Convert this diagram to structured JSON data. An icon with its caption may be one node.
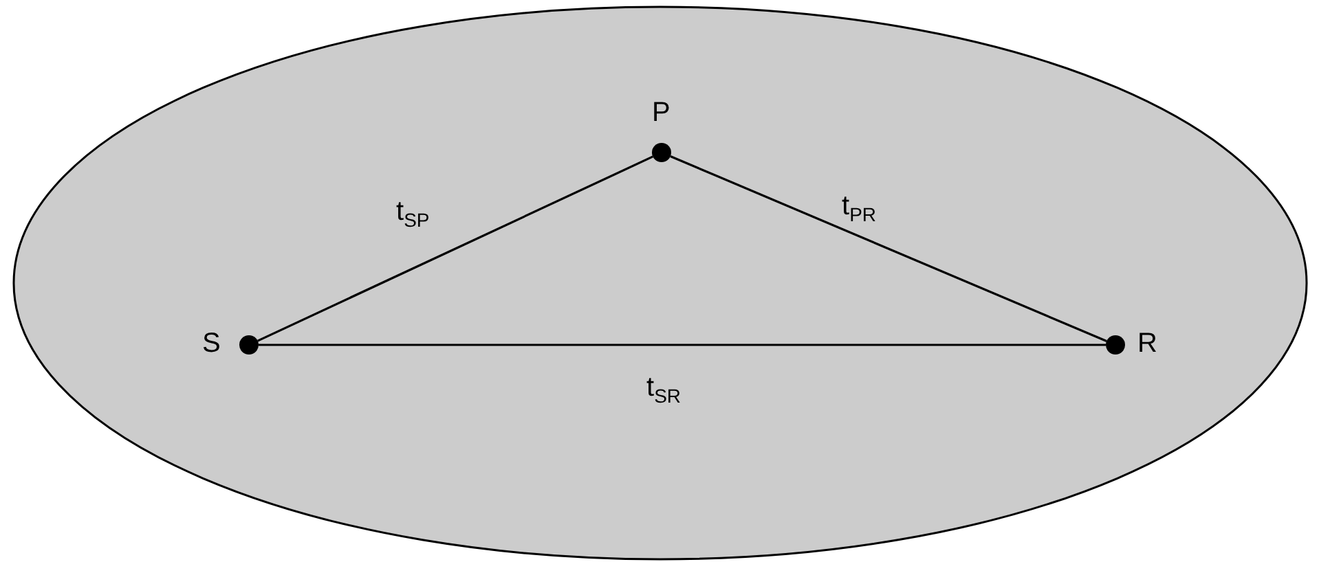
{
  "diagram": {
    "nodes": [
      {
        "text": [],
        "shape": "ellipse"
      },
      {
        "text": [
          "P"
        ],
        "in": 0
      },
      {
        "text": [
          "S"
        ],
        "in": 0
      },
      {
        "text": [
          "R"
        ],
        "in": 0
      }
    ],
    "edges": [
      {
        "from": 2,
        "to": 1,
        "arrow": "none",
        "label": "t$_{SP}$"
      },
      {
        "from": 1,
        "to": 3,
        "arrow": "none",
        "label": "t$_{PR}$"
      },
      {
        "from": 2,
        "to": 3,
        "arrow": "none",
        "label": "t$_{SR}$"
      }
    ]
  }
}
